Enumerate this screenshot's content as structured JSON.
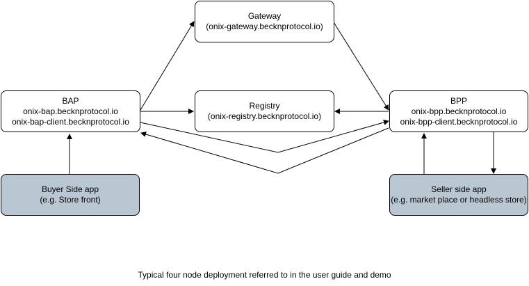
{
  "nodes": {
    "gateway": {
      "title": "Gateway",
      "line1": "(onix-gateway.becknprotocol.io)"
    },
    "registry": {
      "title": "Registry",
      "line1": "(onix-registry.becknprotocol.io)"
    },
    "bap": {
      "title": "BAP",
      "line1": "onix-bap.becknprotocol.io",
      "line2": "onix-bap-client.becknprotocol.io"
    },
    "bpp": {
      "title": "BPP",
      "line1": "onix-bpp.becknprotocol.io",
      "line2": "onix-bpp-client.becknprotocol.io"
    },
    "buyer_app": {
      "title": "Buyer Side app",
      "line1": "(e.g. Store front)"
    },
    "seller_app": {
      "title": "Seller side app",
      "line1": "(e.g. market place or headless store)"
    }
  },
  "caption": "Typical four node deployment referred to in the user guide and demo",
  "colors": {
    "app_fill": "#b9c7d2",
    "node_fill": "#ffffff",
    "stroke": "#000000"
  }
}
